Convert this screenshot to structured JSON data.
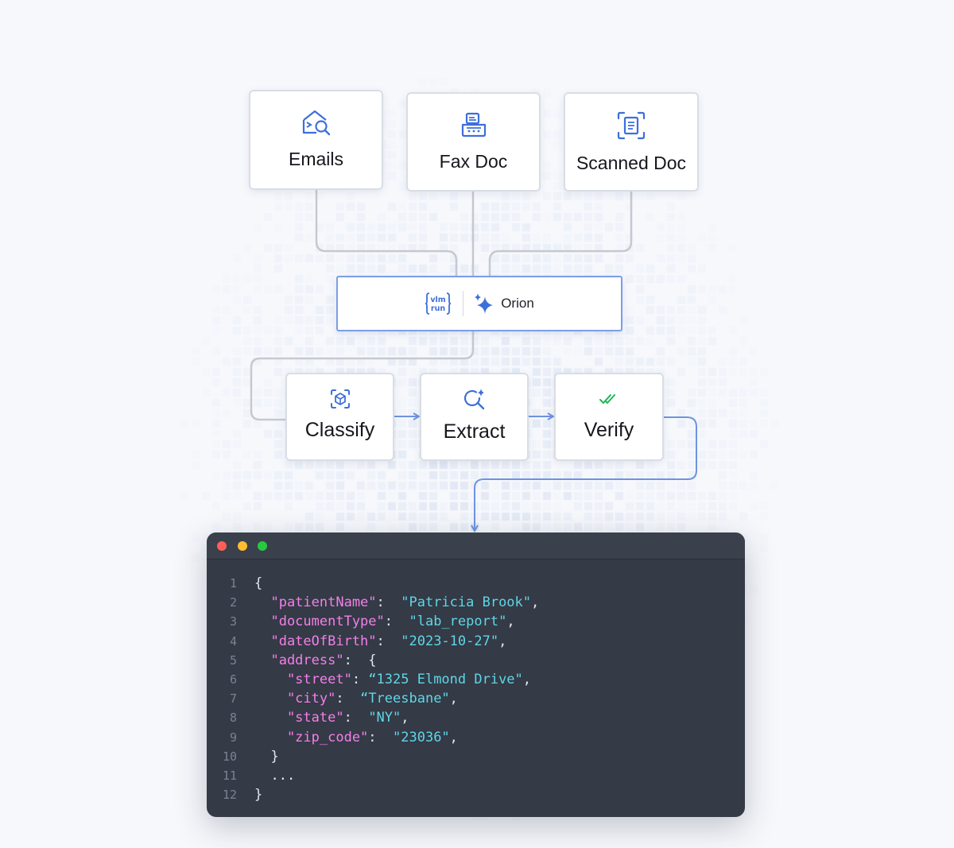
{
  "sources": [
    {
      "id": "emails",
      "label": "Emails",
      "icon": "email-search-icon"
    },
    {
      "id": "fax",
      "label": "Fax Doc",
      "icon": "fax-machine-icon"
    },
    {
      "id": "scanned",
      "label": "Scanned Doc",
      "icon": "document-scan-icon"
    }
  ],
  "hub": {
    "logo_top": "vlm",
    "logo_bottom": "run",
    "label": "Orion",
    "logo_icon": "vlm-run-logo-icon",
    "spark_icon": "sparkle-icon"
  },
  "steps": [
    {
      "id": "classify",
      "label": "Classify",
      "icon": "cube-scan-icon"
    },
    {
      "id": "extract",
      "label": "Extract",
      "icon": "search-sparkle-icon"
    },
    {
      "id": "verify",
      "label": "Verify",
      "icon": "double-check-icon"
    }
  ],
  "code": {
    "line_numbers": [
      "1",
      "2",
      "3",
      "4",
      "5",
      "6",
      "7",
      "8",
      "9",
      "10",
      "11",
      "12"
    ],
    "lines": [
      [
        {
          "t": "{",
          "c": "p"
        }
      ],
      [
        {
          "t": "  \"patientName\"",
          "c": "k"
        },
        {
          "t": ":  ",
          "c": "p"
        },
        {
          "t": "\"Patricia Brook\"",
          "c": "s"
        },
        {
          "t": ",",
          "c": "p"
        }
      ],
      [
        {
          "t": "  \"documentType\"",
          "c": "k"
        },
        {
          "t": ":  ",
          "c": "p"
        },
        {
          "t": "\"lab_report\"",
          "c": "s"
        },
        {
          "t": ",",
          "c": "p"
        }
      ],
      [
        {
          "t": "  \"dateOfBirth\"",
          "c": "k"
        },
        {
          "t": ":  ",
          "c": "p"
        },
        {
          "t": "\"2023-10-27\"",
          "c": "s"
        },
        {
          "t": ",",
          "c": "p"
        }
      ],
      [
        {
          "t": "  \"address\"",
          "c": "k"
        },
        {
          "t": ":  {",
          "c": "p"
        }
      ],
      [
        {
          "t": "    \"street\"",
          "c": "k"
        },
        {
          "t": ": ",
          "c": "p"
        },
        {
          "t": "“1325 Elmond Drive\"",
          "c": "s"
        },
        {
          "t": ",",
          "c": "p"
        }
      ],
      [
        {
          "t": "    \"city\"",
          "c": "k"
        },
        {
          "t": ":  ",
          "c": "p"
        },
        {
          "t": "“Treesbane\"",
          "c": "s"
        },
        {
          "t": ",",
          "c": "p"
        }
      ],
      [
        {
          "t": "    \"state\"",
          "c": "k"
        },
        {
          "t": ":  ",
          "c": "p"
        },
        {
          "t": "\"NY\"",
          "c": "s"
        },
        {
          "t": ",",
          "c": "p"
        }
      ],
      [
        {
          "t": "    \"zip_code\"",
          "c": "k"
        },
        {
          "t": ":  ",
          "c": "p"
        },
        {
          "t": "\"23036\"",
          "c": "s"
        },
        {
          "t": ",",
          "c": "p"
        }
      ],
      [
        {
          "t": "  }",
          "c": "p"
        }
      ],
      [
        {
          "t": "  ...",
          "c": "p"
        }
      ],
      [
        {
          "t": "}",
          "c": "p"
        }
      ]
    ]
  },
  "colors": {
    "accent": "#3d6fdb",
    "connector": "#c2c6cc",
    "key": "#f47fe8",
    "string": "#5fd6e6",
    "check": "#22b455",
    "editor_bg": "#343a46"
  }
}
